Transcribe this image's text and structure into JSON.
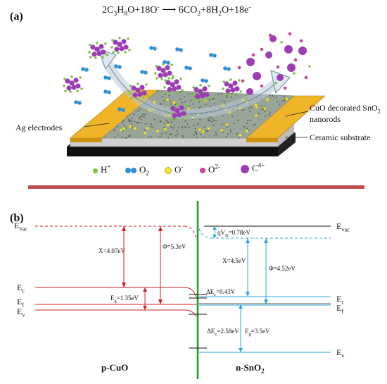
{
  "panel_a": {
    "label": "(a)",
    "equation": "2C3H8O+18O- ⟶ 6CO2+8H2O+18e-",
    "callouts": {
      "ag_electrodes": "Ag electrodes",
      "cuo_line1": "CuO decorated SnO2",
      "cuo_line2": "nanorods",
      "ceramic": "Ceramic substrate"
    },
    "legend": [
      {
        "symbol": "H+",
        "color": "#7cc243"
      },
      {
        "symbol": "O2",
        "color": "#2f8fd6"
      },
      {
        "symbol": "O-",
        "color": "#f2e536"
      },
      {
        "symbol": "O2-",
        "color": "#c04a9c"
      },
      {
        "symbol": "C4+",
        "color": "#9c3db3"
      }
    ]
  },
  "panel_b": {
    "label": "(b)",
    "left_material": "p-CuO",
    "right_material": "n-SnO2",
    "left_levels": {
      "evac": "Evac",
      "ec": "Ec",
      "ef": "Ef",
      "ev": "Ev"
    },
    "right_levels": {
      "evac": "Evac",
      "ec": "Ec",
      "ef": "Ef",
      "ev": "Ev"
    },
    "annotations": {
      "x_cuo": "X=4.07eV",
      "phi_cuo": "Φ=5.3eV",
      "eg_cuo": "Eg=1.35eV",
      "qvd": "qVD=0.78eV",
      "x_sno2": "X=4.5eV",
      "phi_sno2": "Φ=4.52eV",
      "dec": "ΔEc=0.43V",
      "dev": "ΔEv=2.58eV",
      "eg_sno2": "Eg=3.5eV"
    }
  },
  "colors": {
    "red": "#d02020",
    "blue": "#29a8d8",
    "green": "#1f9a2e",
    "divider": "#c05050",
    "gold": "#f0b429"
  }
}
